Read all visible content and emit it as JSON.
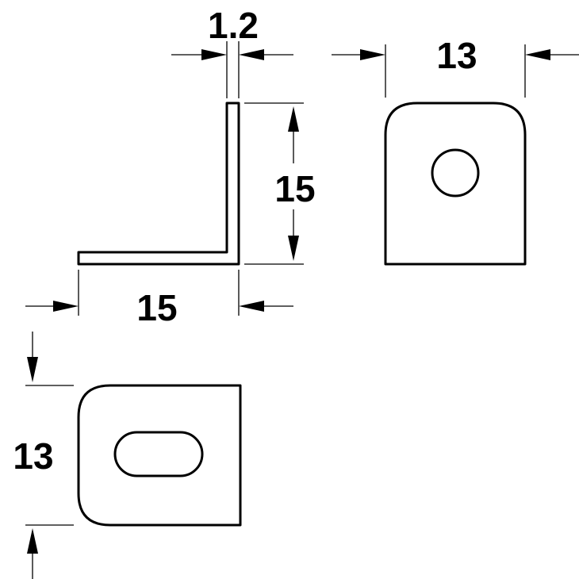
{
  "dimensions": {
    "thickness": "1.2",
    "leg_height": "15",
    "leg_length": "15",
    "front_width": "13",
    "bottom_width": "13"
  },
  "colors": {
    "line": "#000000",
    "background": "#ffffff"
  }
}
